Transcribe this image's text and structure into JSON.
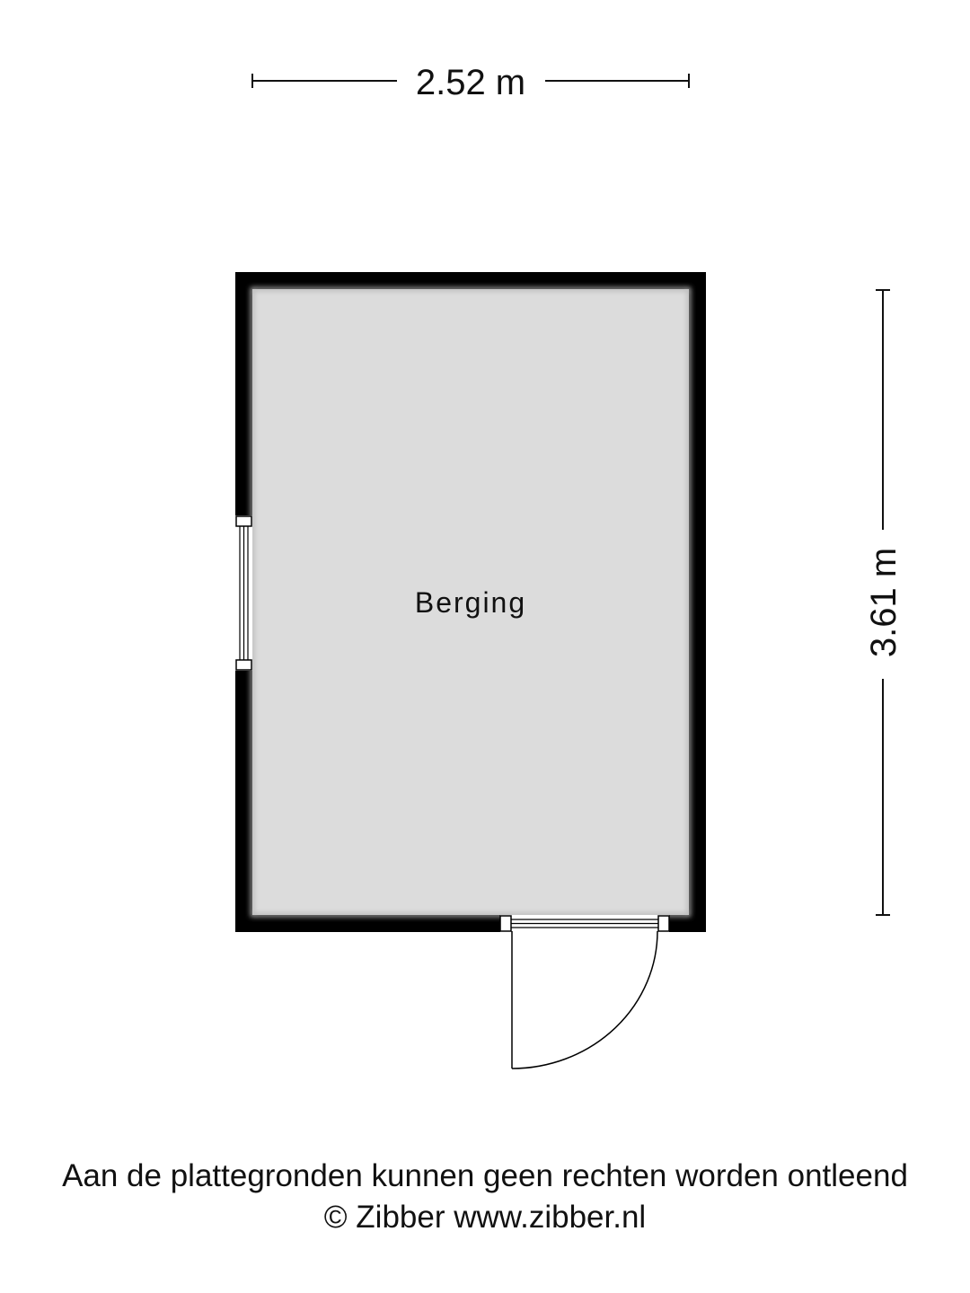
{
  "dimensions": {
    "width_label": "2.52 m",
    "height_label": "3.61 m"
  },
  "room": {
    "name": "Berging"
  },
  "footer": {
    "disclaimer": "Aan de plattegronden kunnen geen rechten worden ontleend",
    "copyright": "© Zibber www.zibber.nl"
  },
  "colors": {
    "wall": "#000000",
    "floor": "#dcdcdc",
    "line": "#111111",
    "background": "#ffffff"
  }
}
